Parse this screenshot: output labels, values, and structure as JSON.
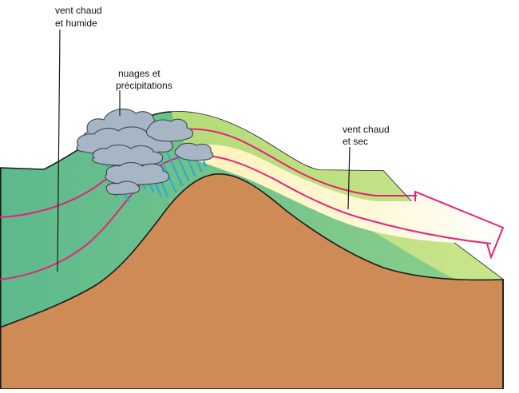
{
  "labels": {
    "humid_wind": [
      "vent chaud",
      "et humide"
    ],
    "clouds": [
      "nuages et",
      "précipitations"
    ],
    "dry_wind": [
      "vent chaud",
      "et sec"
    ]
  },
  "colors": {
    "mountain": "#CF8B55",
    "mountain_outline": "#1a1a1a",
    "windward_slope": "#7DC892",
    "windward_slope_dark": "#5DB98C",
    "leeward_slope": "#B8DE7A",
    "leeward_slope_light": "#CBE68E",
    "warm_dry_air": "#FFF6C8",
    "wind_line": "#E8207A",
    "cloud": "#A7B6C4",
    "cloud_outline": "#3c4650",
    "rain": "#2AA8D8"
  }
}
